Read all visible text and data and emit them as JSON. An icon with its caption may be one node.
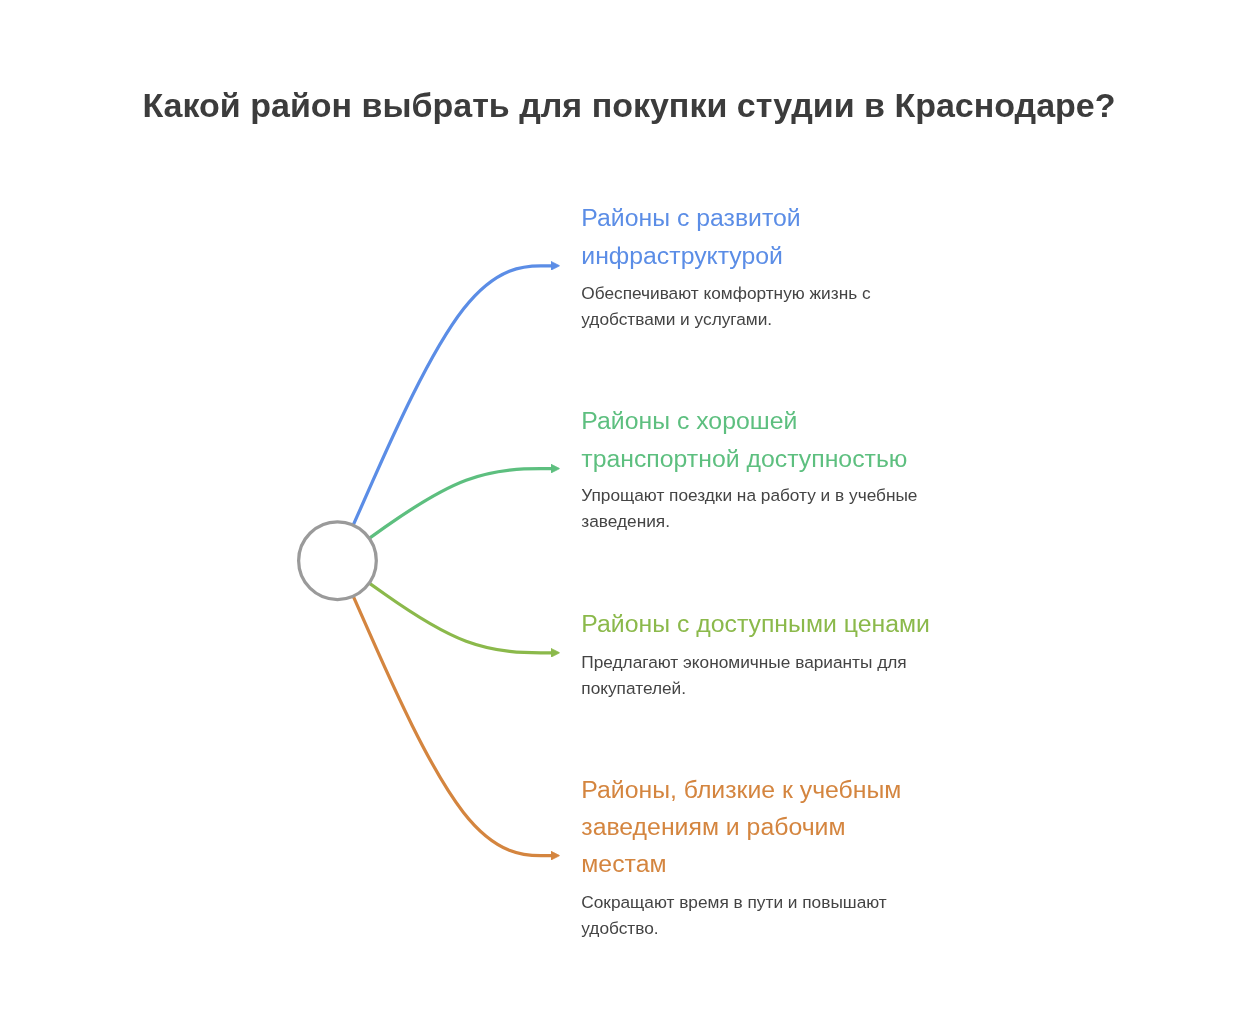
{
  "diagram": {
    "title": "Какой район выбрать для покупки студии в Краснодаре?",
    "nodes": [
      {
        "text": [],
        "shape": "circle"
      },
      {
        "text": [
          "Районы с развитой инфраструктурой",
          "Обеспечивают комфортную жизнь с удобствами и услугами."
        ]
      },
      {
        "text": [
          "Районы с хорошей транспортной доступностью",
          "Упрощают поездки на работу и в учебные заведения."
        ]
      },
      {
        "text": [
          "Районы с доступными ценами",
          "Предлагают экономичные варианты для покупателей."
        ]
      },
      {
        "text": [
          "Районы, близкие к учебным заведениям и рабочим местам",
          "Сокращают время в пути и повышают удобство."
        ]
      }
    ],
    "edges": [
      {
        "from": 0,
        "to": 1,
        "arrow": "to",
        "color": "#5b8de6"
      },
      {
        "from": 0,
        "to": 2,
        "arrow": "to",
        "color": "#5dbf7f"
      },
      {
        "from": 0,
        "to": 3,
        "arrow": "to",
        "color": "#8bb94b"
      },
      {
        "from": 0,
        "to": 4,
        "arrow": "to",
        "color": "#d4853f"
      }
    ]
  }
}
